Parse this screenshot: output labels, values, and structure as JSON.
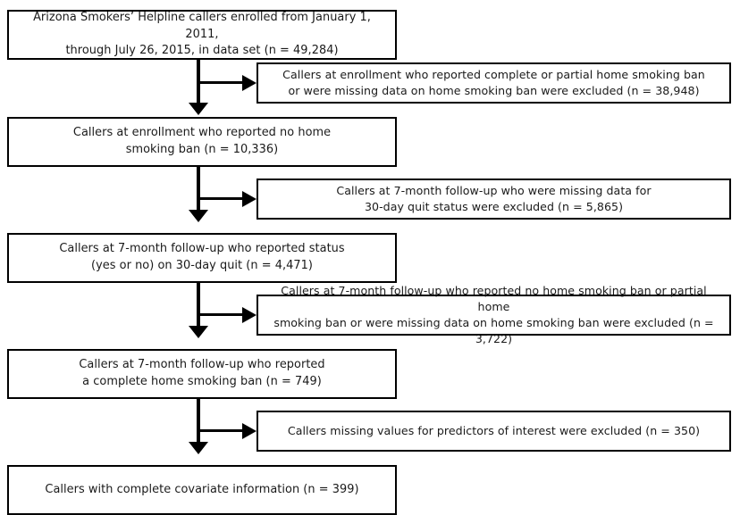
{
  "figure": {
    "type": "flowchart",
    "orientation": "vertical",
    "background_color": "#ffffff",
    "line_color": "#000000",
    "text_color": "#1a1a1a"
  },
  "nodes": {
    "main": [
      {
        "id": "enrolled",
        "text": "Arizona Smokers’ Helpline callers enrolled from January 1, 2011,\nthrough July 26, 2015, in data set (n = 49,284)",
        "n": "49,284"
      },
      {
        "id": "no-home-ban",
        "text": "Callers at enrollment who reported no home\nsmoking ban (n = 10,336)",
        "n": "10,336"
      },
      {
        "id": "reported-quit-status",
        "text": "Callers at 7-month follow-up who reported status\n(yes or no) on 30-day quit (n = 4,471)",
        "n": "4,471"
      },
      {
        "id": "complete-home-ban",
        "text": "Callers at 7-month follow-up who reported\na complete home smoking ban (n = 749)",
        "n": "749"
      },
      {
        "id": "complete-covariate",
        "text": "Callers with complete covariate information (n = 399)",
        "n": "399"
      }
    ],
    "exclusions": [
      {
        "id": "excluded-enrollment-ban",
        "text": "Callers at enrollment who reported complete or partial home smoking ban\nor were missing data on home smoking ban were excluded (n = 38,948)",
        "n": "38,948"
      },
      {
        "id": "excluded-missing-quit",
        "text": "Callers at 7-month follow-up who were missing data for\n30-day quit status were excluded (n = 5,865)",
        "n": "5,865"
      },
      {
        "id": "excluded-followup-ban",
        "text": "Callers at 7-month follow-up who reported no home smoking ban or partial home\nsmoking ban or were missing data on home smoking ban were excluded (n = 3,722)",
        "n": "3,722"
      },
      {
        "id": "excluded-missing-predictors",
        "text": "Callers missing values for predictors of interest were excluded (n = 350)",
        "n": "350"
      }
    ]
  },
  "connectors": {
    "down_arrow_icon": "arrow-down-icon",
    "right_arrow_icon": "arrow-right-icon",
    "count": 4
  }
}
